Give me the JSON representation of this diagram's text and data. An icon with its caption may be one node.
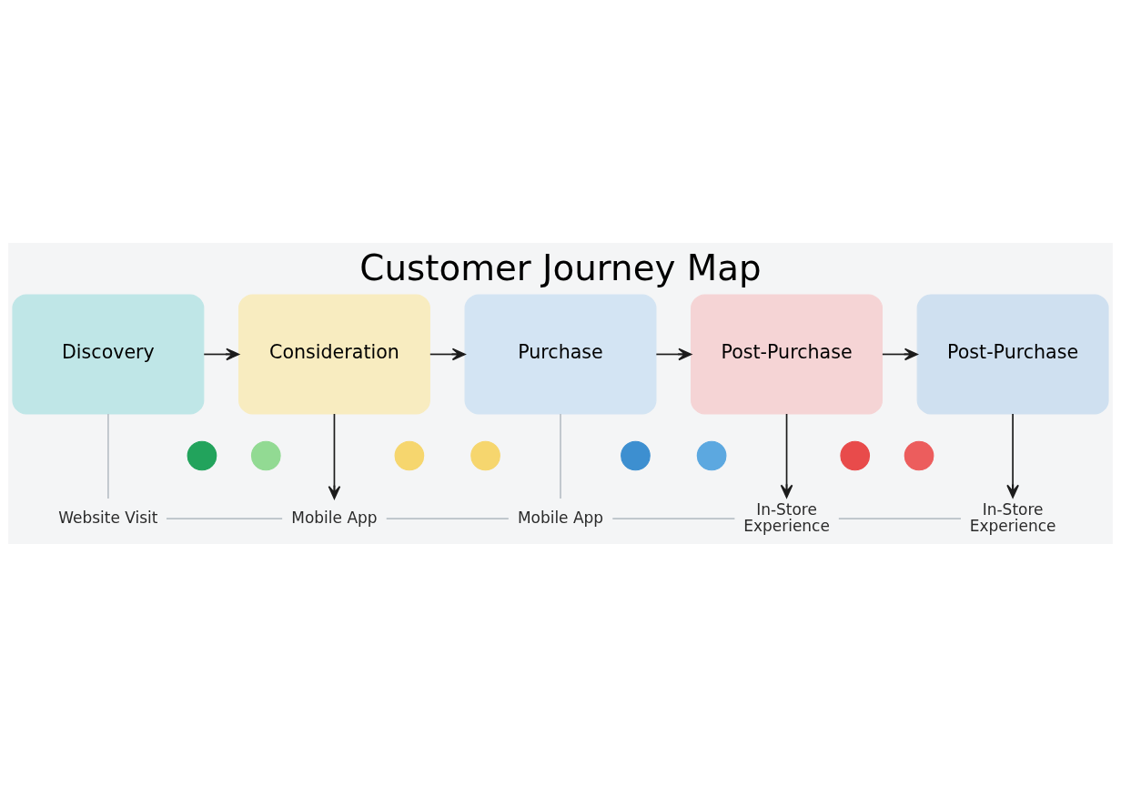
{
  "diagram": {
    "title": "Customer Journey Map",
    "nodes": [
      {
        "text": [
          "Discovery"
        ]
      },
      {
        "text": [
          "Consideration"
        ]
      },
      {
        "text": [
          "Purchase"
        ]
      },
      {
        "text": [
          "Post-Purchase"
        ]
      },
      {
        "text": [
          "Post-Purchase"
        ]
      },
      {
        "text": [],
        "shape": "circle"
      },
      {
        "text": [],
        "shape": "circle"
      },
      {
        "text": [],
        "shape": "circle"
      },
      {
        "text": [],
        "shape": "circle"
      },
      {
        "text": [],
        "shape": "circle"
      },
      {
        "text": [],
        "shape": "circle"
      },
      {
        "text": [],
        "shape": "circle"
      },
      {
        "text": [],
        "shape": "circle"
      },
      {
        "text": [
          "Website Visit"
        ]
      },
      {
        "text": [
          "Mobile App"
        ]
      },
      {
        "text": [
          "Mobile App"
        ]
      },
      {
        "text": [
          "In-Store Experience"
        ]
      },
      {
        "text": [
          "In-Store Experience"
        ]
      }
    ],
    "edges": [
      {
        "from": 0,
        "to": 1,
        "arrow": "to"
      },
      {
        "from": 1,
        "to": 2,
        "arrow": "to"
      },
      {
        "from": 2,
        "to": 3,
        "arrow": "to"
      },
      {
        "from": 3,
        "to": 4,
        "arrow": "to"
      },
      {
        "from": 0,
        "to": 13,
        "arrow": "none",
        "color": "#b9c0c7"
      },
      {
        "from": 1,
        "to": 14,
        "arrow": "to"
      },
      {
        "from": 2,
        "to": 15,
        "arrow": "none",
        "color": "#b9c0c7"
      },
      {
        "from": 3,
        "to": 16,
        "arrow": "to"
      },
      {
        "from": 4,
        "to": 17,
        "arrow": "to"
      },
      {
        "from": 13,
        "to": 14,
        "arrow": "none",
        "color": "#b9c0c7"
      },
      {
        "from": 14,
        "to": 15,
        "arrow": "none",
        "color": "#b9c0c7"
      },
      {
        "from": 15,
        "to": 16,
        "arrow": "none",
        "color": "#b9c0c7"
      },
      {
        "from": 16,
        "to": 17,
        "arrow": "none",
        "color": "#b9c0c7"
      }
    ]
  }
}
